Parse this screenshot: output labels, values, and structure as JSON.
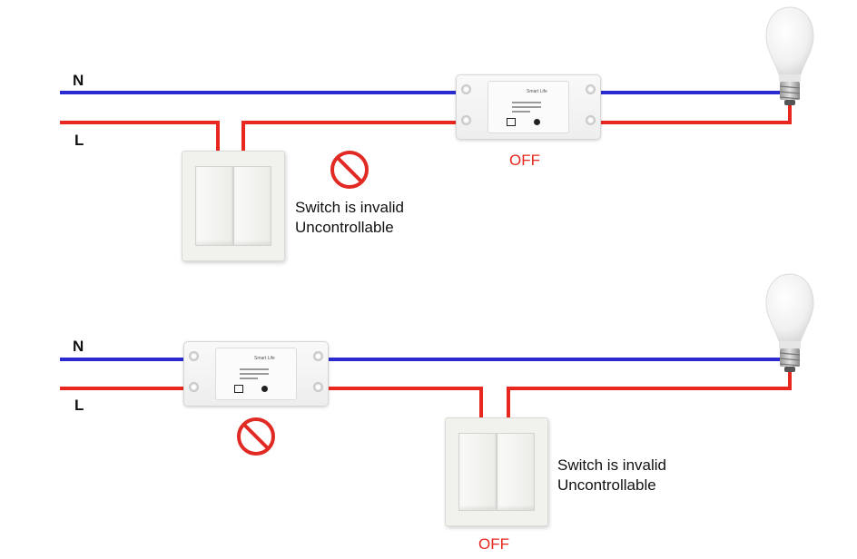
{
  "diagrams": [
    {
      "neutral_label": "N",
      "live_label": "L",
      "switch_caption_line1": "Switch is invalid",
      "switch_caption_line2": "Uncontrollable",
      "status": "OFF",
      "module_brand": "Smart Life"
    },
    {
      "neutral_label": "N",
      "live_label": "L",
      "switch_caption_line1": "Switch is invalid",
      "switch_caption_line2": "Uncontrollable",
      "status": "OFF",
      "module_brand": "Smart Life"
    }
  ],
  "colors": {
    "neutral_wire": "#2a2ad0",
    "live_wire": "#e8281e",
    "prohibited_sign": "#e12a24",
    "status_text": "#e8281e"
  },
  "icons": [
    "light-bulb-icon",
    "prohibited-icon",
    "wall-switch-icon",
    "smart-switch-module-icon"
  ]
}
